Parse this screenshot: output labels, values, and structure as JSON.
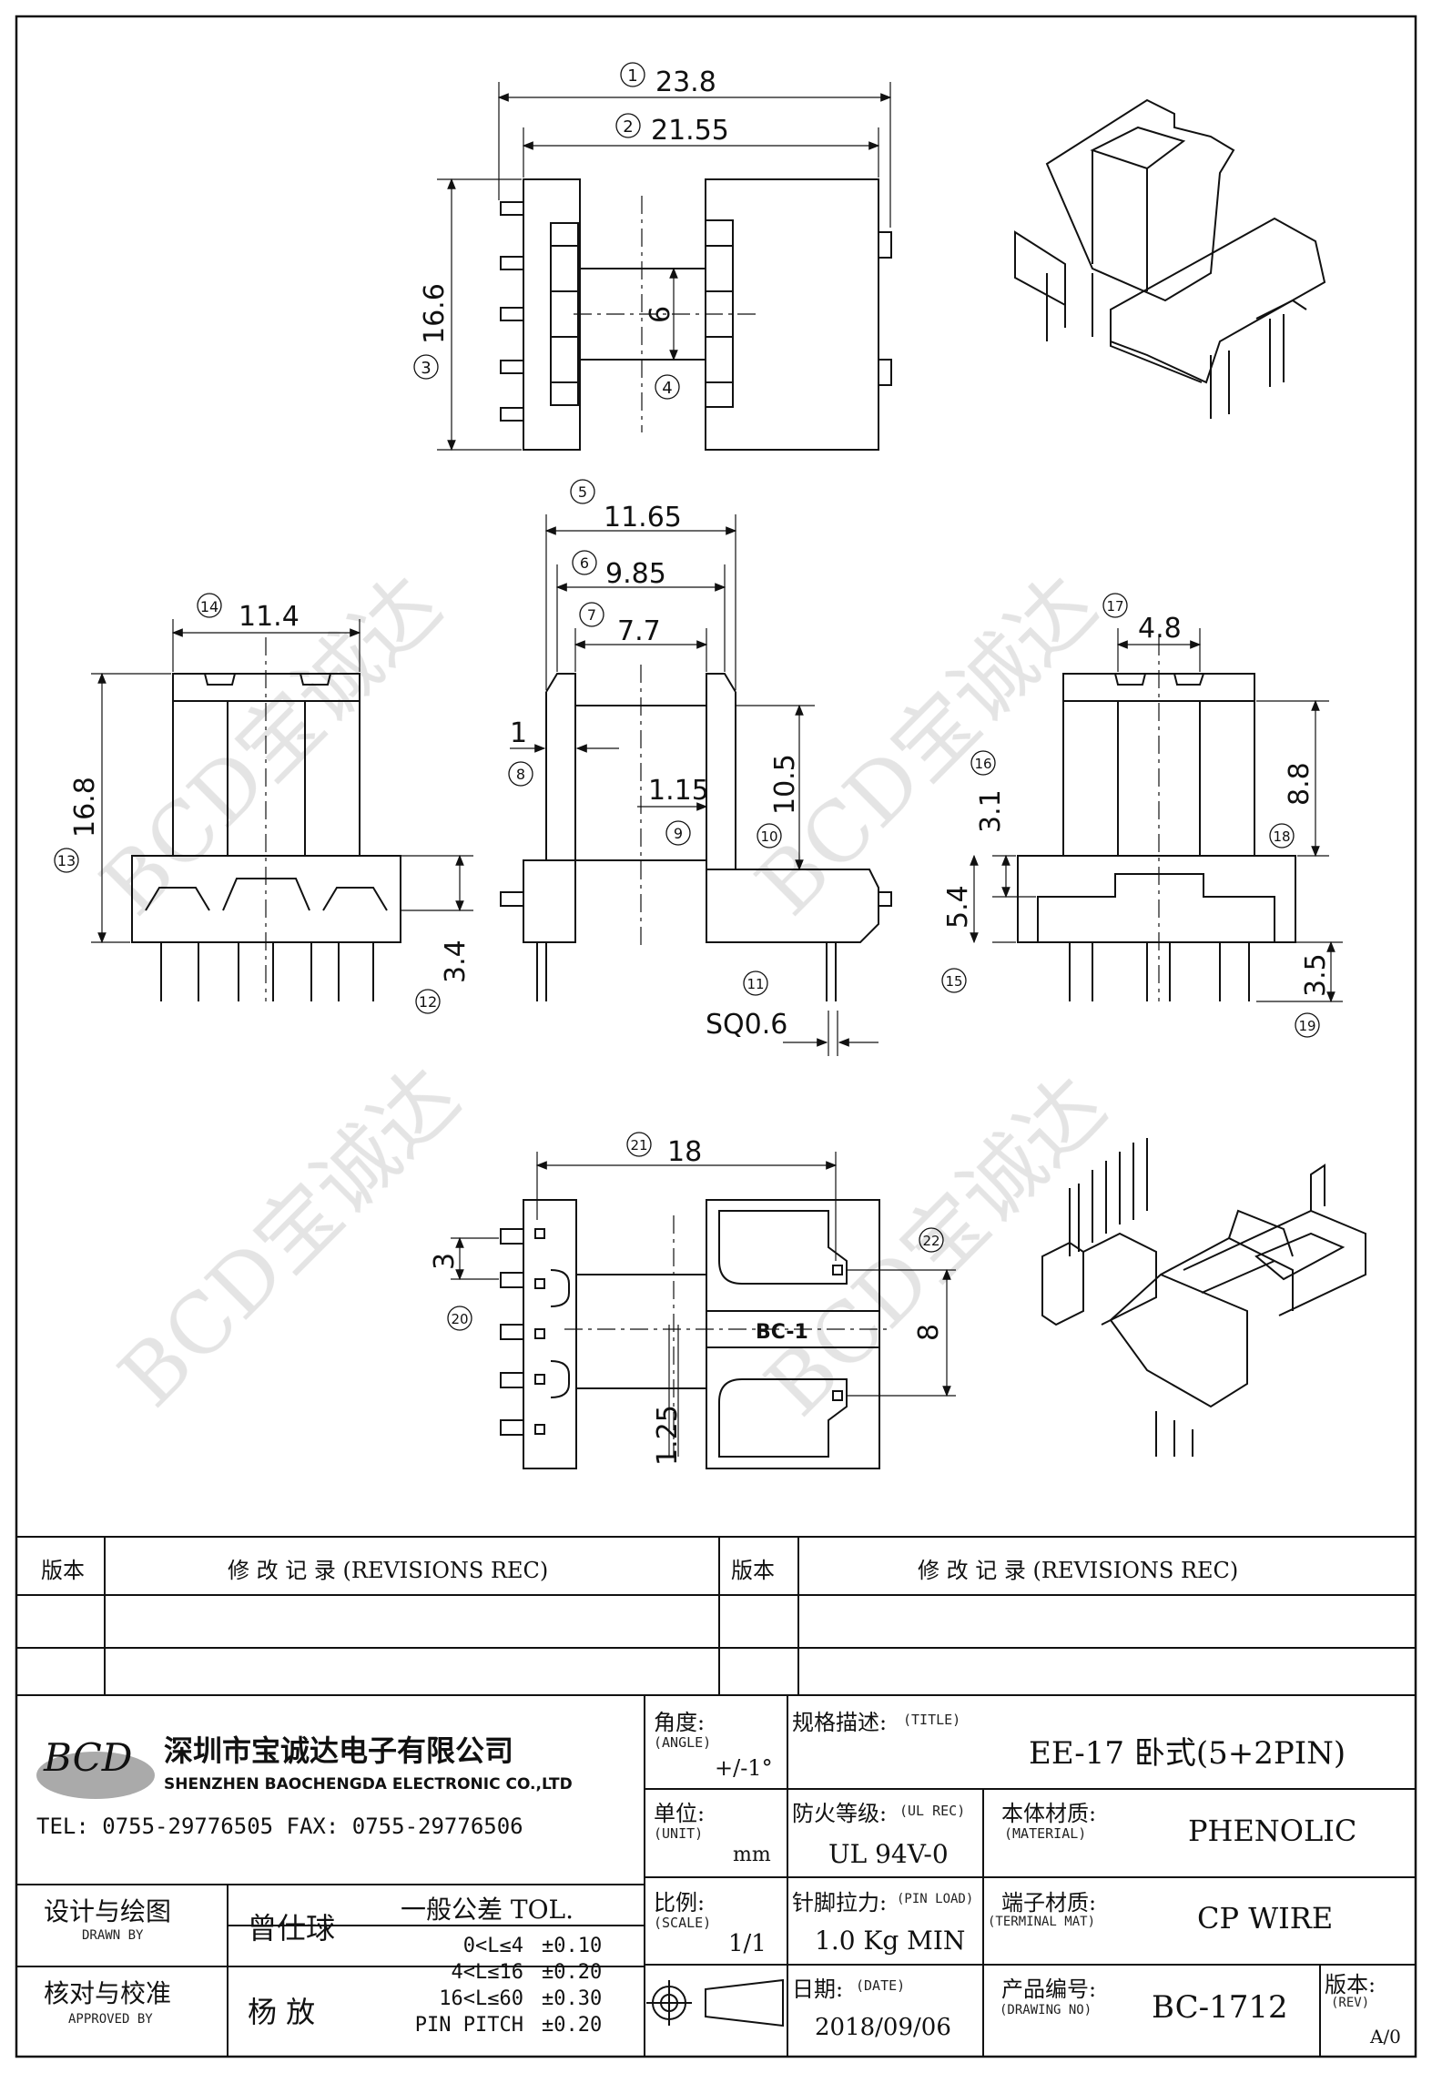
{
  "drawing": {
    "top_view": {
      "dim1": {
        "no": "1",
        "value": "23.8"
      },
      "dim2": {
        "no": "2",
        "value": "21.55"
      },
      "dim3": {
        "no": "3",
        "value": "16.6"
      },
      "dim4": {
        "no": "4",
        "value": "6"
      }
    },
    "front_view": {
      "dim5": {
        "no": "5",
        "value": "11.65"
      },
      "dim6": {
        "no": "6",
        "value": "9.85"
      },
      "dim7": {
        "no": "7",
        "value": "7.7"
      },
      "dim8": {
        "no": "8",
        "value": "1"
      },
      "dim9": {
        "no": "9",
        "value": "1.15"
      },
      "dim10": {
        "no": "10",
        "value": "10.5"
      },
      "dim11": {
        "no": "11",
        "value": "SQ0.6"
      }
    },
    "left_view": {
      "dim14": {
        "no": "14",
        "value": "11.4"
      },
      "dim13": {
        "no": "13",
        "value": "16.8"
      },
      "dim12": {
        "no": "12",
        "value": "3.4"
      }
    },
    "right_view": {
      "dim17": {
        "no": "17",
        "value": "4.8"
      },
      "dim16": {
        "no": "16",
        "value": "3.1"
      },
      "dim18": {
        "no": "18",
        "value": "8.8"
      },
      "dim15": {
        "no": "15",
        "value": "5.4"
      },
      "dim19": {
        "no": "19",
        "value": "3.5"
      }
    },
    "bottom_view": {
      "dim21": {
        "no": "21",
        "value": "18"
      },
      "dim20": {
        "no": "20",
        "value": "3"
      },
      "dim22": {
        "no": "22",
        "value": "8"
      },
      "dim23": {
        "value": "1.25"
      },
      "marking": "BC-1"
    },
    "watermark": "BCD宝诚达"
  },
  "revisions": {
    "col_version": "版本",
    "col_record": "修  改  记  录  (REVISIONS REC)"
  },
  "company": {
    "logo": "BCD",
    "name_cn": "深圳市宝诚达电子有限公司",
    "name_en": "SHENZHEN BAOCHENGDA ELECTRONIC CO.,LTD",
    "tel_fax": "TEL: 0755-29776505  FAX: 0755-29776506"
  },
  "title_block": {
    "angle_label": "角度:",
    "angle_label_en": "(ANGLE)",
    "angle_value": "+/-1°",
    "title_label": "规格描述:",
    "title_label_en": "(TITLE)",
    "title_value": "EE-17 卧式(5+2PIN)",
    "unit_label": "单位:",
    "unit_label_en": "(UNIT)",
    "unit_value": "mm",
    "fire_label": "防火等级:",
    "fire_label_en": "(UL REC)",
    "fire_value": "UL 94V-0",
    "material_label": "本体材质:",
    "material_label_en": "(MATERIAL)",
    "material_value": "PHENOLIC",
    "scale_label": "比例:",
    "scale_label_en": "(SCALE)",
    "scale_value": "1/1",
    "pinload_label": "针脚拉力:",
    "pinload_label_en": "(PIN LOAD)",
    "pinload_value": "1.0 Kg MIN",
    "terminal_label": "端子材质:",
    "terminal_label_en": "(TERMINAL MAT)",
    "terminal_value": "CP WIRE",
    "date_label": "日期:",
    "date_label_en": "(DATE)",
    "date_value": "2018/09/06",
    "drawno_label": "产品编号:",
    "drawno_label_en": "(DRAWING NO)",
    "drawno_value": "BC-1712",
    "rev_label": "版本:",
    "rev_label_en": "(REV)",
    "rev_value": "A/0",
    "drawn_label": "设计与绘图",
    "drawn_label_en": "DRAWN BY",
    "drawn_value": "曾仕球",
    "approved_label": "核对与校准",
    "approved_label_en": "APPROVED BY",
    "approved_value": "杨  放",
    "tol_title": "一般公差 TOL.",
    "tol_rows": [
      {
        "range": "0<L≤4",
        "tol": "±0.10"
      },
      {
        "range": "4<L≤16",
        "tol": "±0.20"
      },
      {
        "range": "16<L≤60",
        "tol": "±0.30"
      },
      {
        "range": "PIN PITCH",
        "tol": "±0.20"
      }
    ]
  }
}
